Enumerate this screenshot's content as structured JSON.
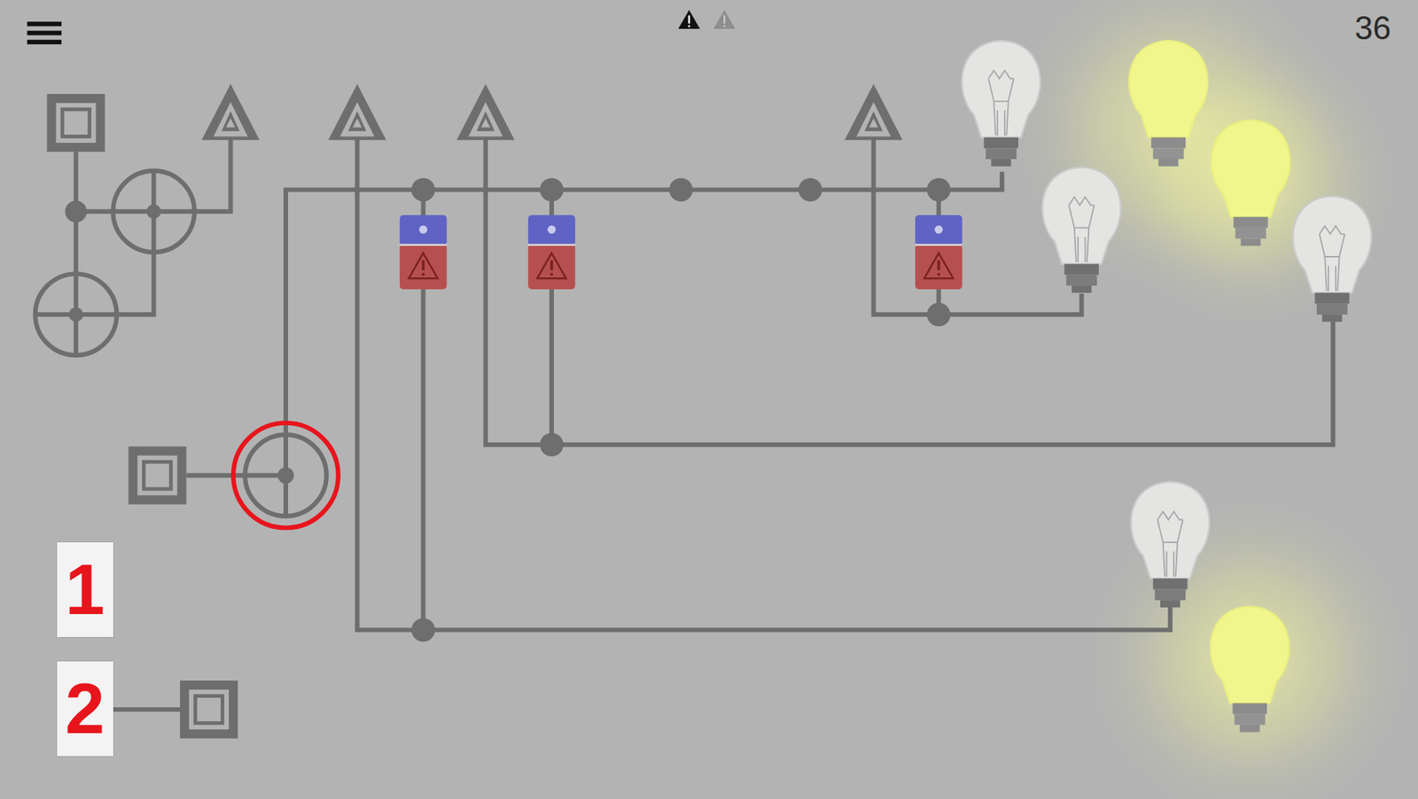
{
  "diagram": {
    "nodes": [
      {
        "text": [
          "1"
        ]
      },
      {
        "text": [
          "2"
        ]
      }
    ],
    "labels": [
      "36"
    ]
  }
}
